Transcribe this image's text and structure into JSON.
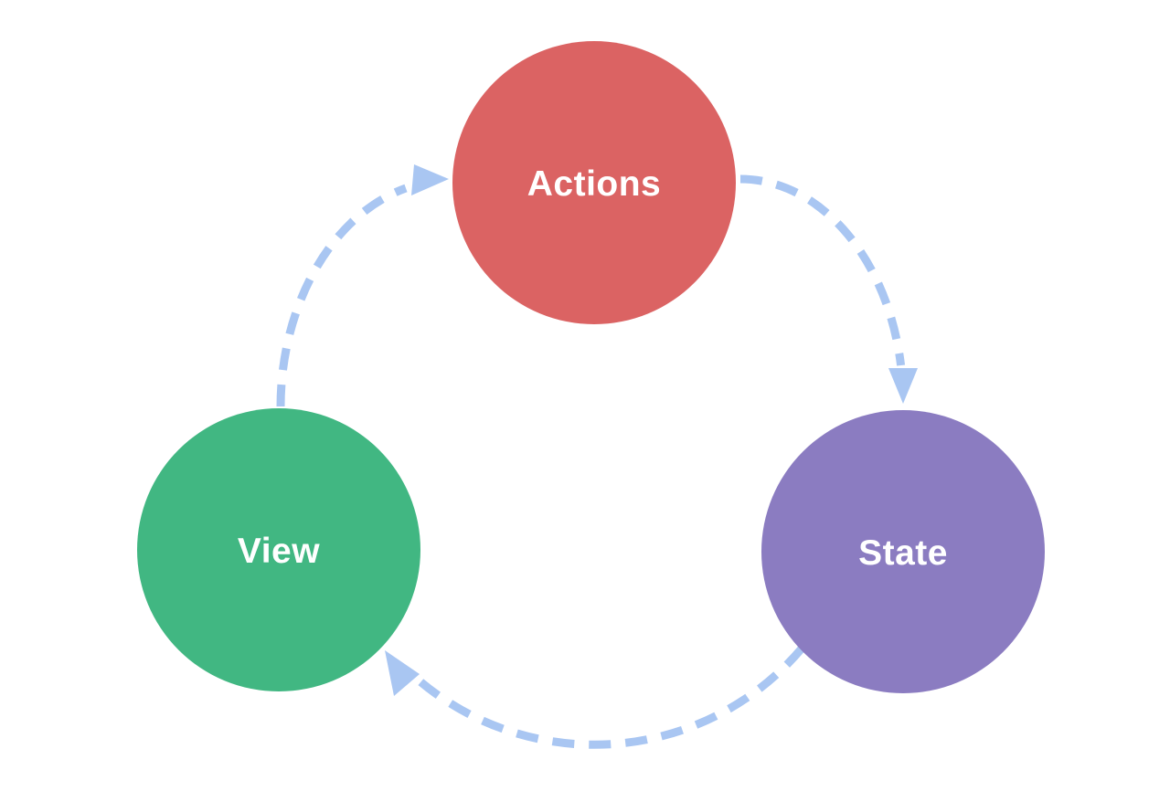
{
  "diagram": {
    "title": "unidirectional-data-flow-cycle",
    "background_color": "#ffffff",
    "arrow_color": "#a9c6f2",
    "nodes": [
      {
        "id": "actions",
        "label": "Actions",
        "color": "#db6363",
        "text_color": "#ffffff"
      },
      {
        "id": "state",
        "label": "State",
        "color": "#8b7cc1",
        "text_color": "#ffffff"
      },
      {
        "id": "view",
        "label": "View",
        "color": "#41b782",
        "text_color": "#ffffff"
      }
    ],
    "edges": [
      {
        "from": "Actions",
        "to": "State",
        "style": "dashed-curved-arrow"
      },
      {
        "from": "State",
        "to": "View",
        "style": "dashed-curved-arrow"
      },
      {
        "from": "View",
        "to": "Actions",
        "style": "dashed-curved-arrow"
      }
    ]
  }
}
